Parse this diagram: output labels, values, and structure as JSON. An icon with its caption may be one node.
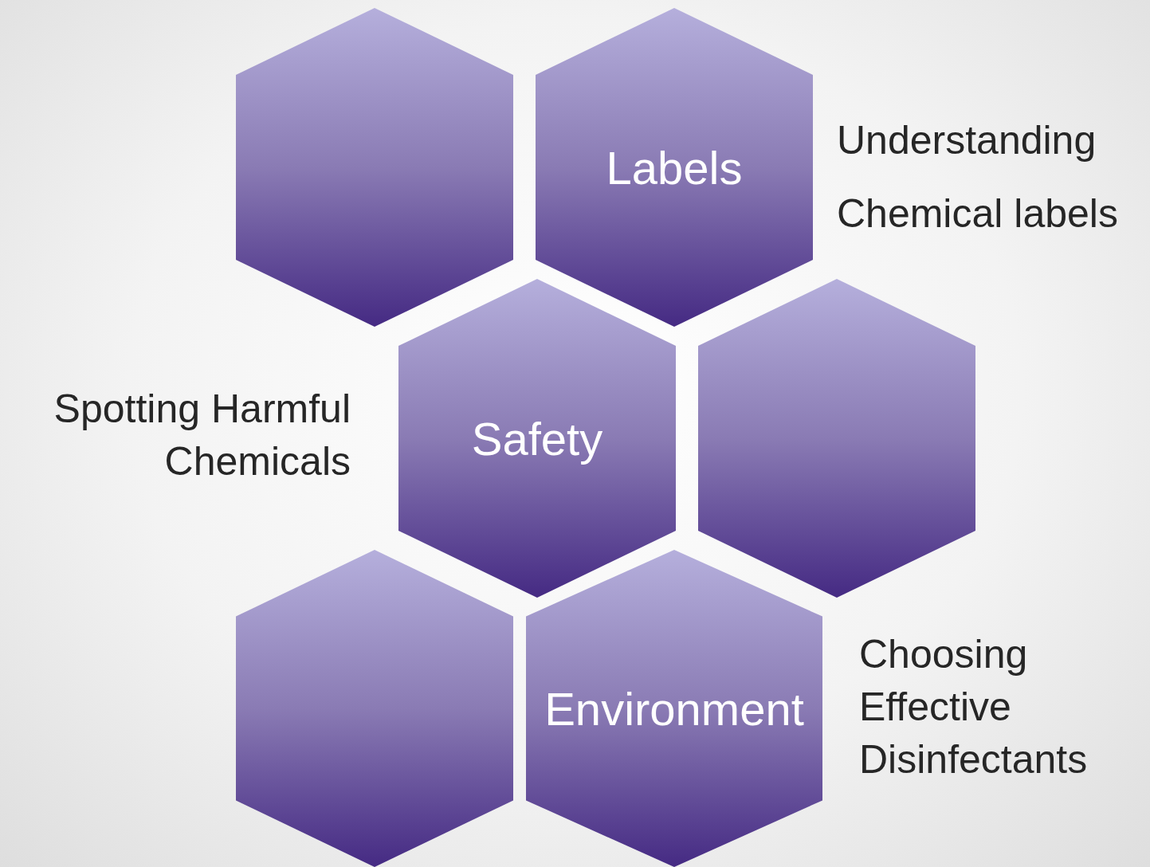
{
  "diagram": {
    "nodes": [
      {
        "text": [],
        "shape": "hexagon"
      },
      {
        "text": [
          "Labels"
        ],
        "beside": [
          "Understanding Chemical labels"
        ]
      },
      {
        "text": [
          "Safety"
        ],
        "beside": [
          "Spotting Harmful Chemicals"
        ]
      },
      {
        "text": [],
        "shape": "hexagon"
      },
      {
        "text": [],
        "shape": "hexagon"
      },
      {
        "text": [
          "Environment"
        ],
        "beside": [
          "Choosing Effective Disinfectants"
        ]
      }
    ],
    "edges": []
  }
}
